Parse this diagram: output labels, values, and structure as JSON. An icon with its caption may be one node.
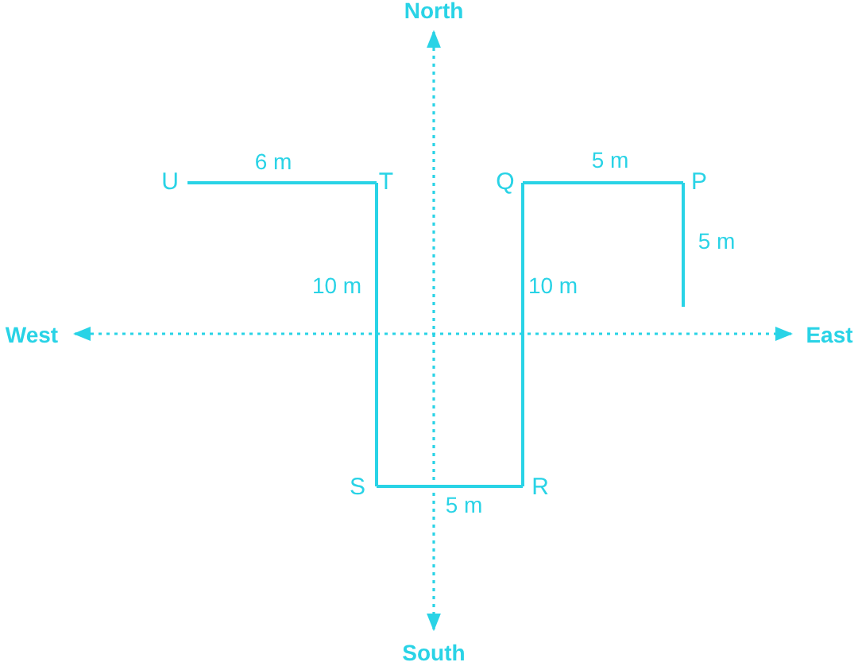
{
  "diagram": {
    "nodes": [
      {
        "text": [
          "U"
        ]
      },
      {
        "text": [
          "T"
        ]
      },
      {
        "text": [
          "Q"
        ]
      },
      {
        "text": [
          "P"
        ]
      },
      {
        "text": [
          "S"
        ]
      },
      {
        "text": [
          "R"
        ]
      }
    ],
    "edges": [
      {
        "from": null,
        "to": 3,
        "arrow": "none",
        "label": "5 m"
      },
      {
        "from": 3,
        "to": 2,
        "arrow": "none",
        "label": "5 m"
      },
      {
        "from": 2,
        "to": 5,
        "arrow": "none",
        "label": "10 m"
      },
      {
        "from": 5,
        "to": 4,
        "arrow": "none",
        "label": "5 m"
      },
      {
        "from": 4,
        "to": 1,
        "arrow": "none",
        "label": "10 m"
      },
      {
        "from": 1,
        "to": 0,
        "arrow": "none",
        "label": "6 m"
      }
    ],
    "labels": [
      "North",
      "West",
      "East",
      "South"
    ]
  }
}
